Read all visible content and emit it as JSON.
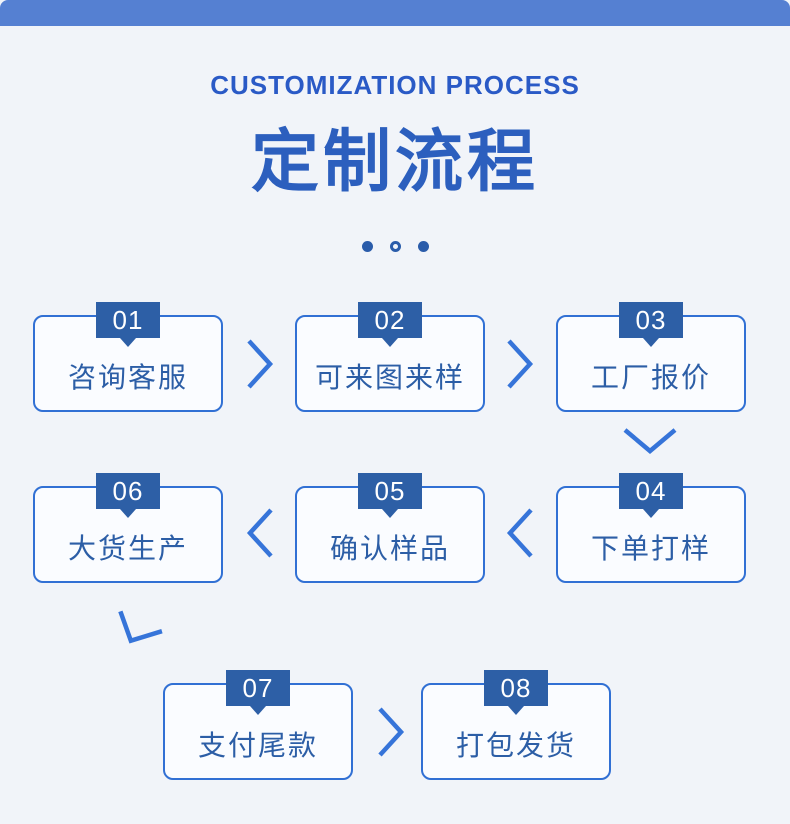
{
  "header": {
    "subtitle": "CUSTOMIZATION PROCESS",
    "title": "定制流程"
  },
  "steps": [
    {
      "num": "01",
      "label": "咨询客服"
    },
    {
      "num": "02",
      "label": "可来图来样"
    },
    {
      "num": "03",
      "label": "工厂报价"
    },
    {
      "num": "04",
      "label": "下单打样"
    },
    {
      "num": "05",
      "label": "确认样品"
    },
    {
      "num": "06",
      "label": "大货生产"
    },
    {
      "num": "07",
      "label": "支付尾款"
    },
    {
      "num": "08",
      "label": "打包发货"
    }
  ],
  "colors": {
    "top_bar": "#5580d2",
    "background": "#f1f4f9",
    "subtitle_text": "#2a5ac6",
    "title_text": "#2c5fbe",
    "badge_bg": "#2d5fa6",
    "badge_text": "#ffffff",
    "card_border": "#3170d4",
    "card_bg": "#fafcff",
    "card_text": "#2c5ea6",
    "chevron": "#3674d9",
    "dot": "#2a5caa"
  }
}
